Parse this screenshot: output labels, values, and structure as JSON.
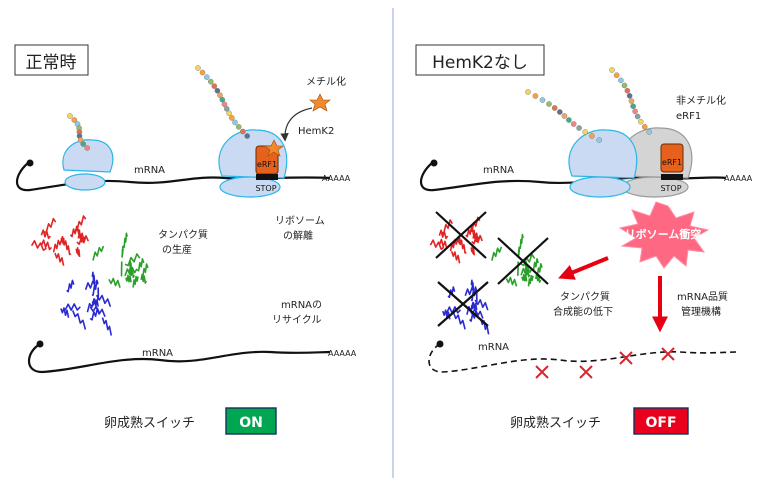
{
  "left_panel": {
    "title": "正常時",
    "mrna_label": "mRNA",
    "polya_label": "AAAAA",
    "enzyme_label": "HemK2",
    "methylation_label": "メチル化",
    "erf1_label": "eRF1",
    "stop_label": "STOP",
    "dissociation_label_1": "リボソーム",
    "dissociation_label_2": "の解離",
    "protein_label_1": "タンパク質",
    "protein_label_2": "の生産",
    "recycle_label_1": "mRNAの",
    "recycle_label_2": "リサイクル",
    "recycled_mrna_label": "mRNA",
    "recycled_polya_label": "AAAAA",
    "switch_label": "卵成熟スイッチ",
    "switch_state": "ON"
  },
  "right_panel": {
    "title": "HemK2なし",
    "unmethylated_label_1": "非メチル化",
    "unmethylated_label_2": "eRF1",
    "mrna_label": "mRNA",
    "polya_label": "AAAAA",
    "erf1_label": "eRF1",
    "stop_label": "STOP",
    "collision_label": "リボソーム衝突",
    "protein_down_label_1": "タンパク質",
    "protein_down_label_2": "合成能の低下",
    "quality_label_1": "mRNA品質",
    "quality_label_2": "管理機構",
    "degraded_mrna_label": "mRNA",
    "switch_label": "卵成熟スイッチ",
    "switch_state": "OFF"
  },
  "colors": {
    "switch_on": "#00a651",
    "switch_off": "#e8001c",
    "ribosome_fill": "#c9daf2",
    "ribosome_edge": "#2bb6e8",
    "stalled_ribosome_fill": "#cfcfcf",
    "erf1_fill": "#e6611c",
    "methyl_star": "#f08a2c",
    "collision_burst": "#ff4d6d",
    "red_arrow": "#e60012",
    "cross_red": "#d9262e",
    "divider": "#8fa8d8"
  }
}
